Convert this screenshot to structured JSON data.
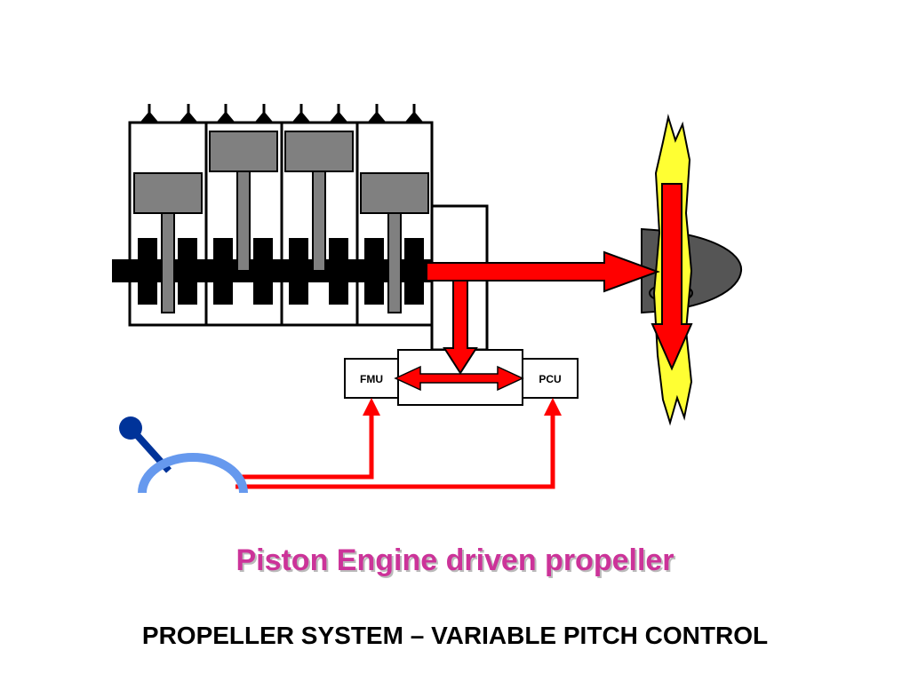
{
  "diagram": {
    "fmu_label": "FMU",
    "pcu_label": "PCU"
  },
  "caption": "Piston Engine driven propeller",
  "title": "PROPELLER SYSTEM – VARIABLE PITCH CONTROL",
  "colors": {
    "flow_arrow": "#ff0000",
    "piston": "#808080",
    "crank": "#000000",
    "blade": "#ffff33",
    "spinner": "#555555",
    "lever_arc": "#6699ee",
    "lever_knob": "#003399",
    "caption": "#cc3399"
  }
}
